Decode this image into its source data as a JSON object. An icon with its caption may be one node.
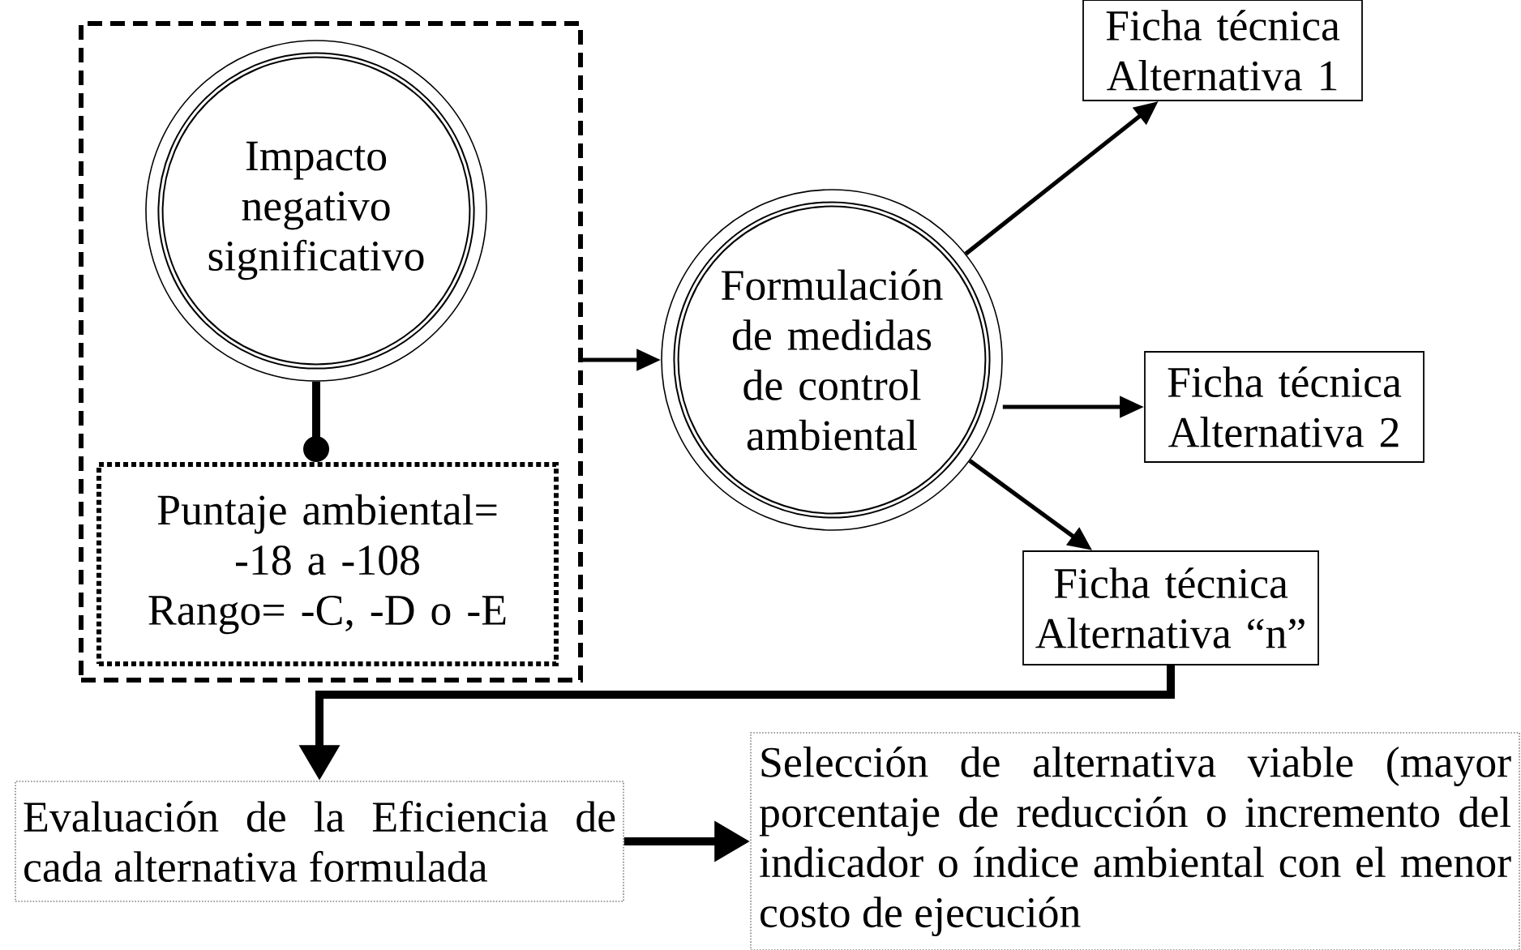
{
  "diagram": {
    "nodes": [
      {
        "text": [],
        "shape": "box"
      },
      {
        "text": [
          "Impacto negativo significativo"
        ],
        "in": 0
      },
      {
        "text": [
          "Puntaje ambiental= -18 a -108",
          "Rango= -C, -D o -E"
        ],
        "in": 0
      },
      {
        "text": [
          "Formulación de medidas de control ambiental"
        ]
      },
      {
        "text": [
          "Ficha técnica Alternativa 1"
        ]
      },
      {
        "text": [
          "Ficha técnica Alternativa 2"
        ]
      },
      {
        "text": [
          "Ficha técnica Alternativa “n”"
        ]
      },
      {
        "text": [
          "Evaluación de la Eficiencia de cada alternativa formulada"
        ]
      },
      {
        "text": [
          "Selección de alternativa viable (mayor porcentaje de reducción o incremento del indicador o índice ambiental con el menor costo de ejecución"
        ]
      }
    ],
    "edges": [
      {
        "from": 1,
        "to": 2,
        "arrow": "other",
        "style": "thick"
      },
      {
        "from": 0,
        "to": 3,
        "arrow": "to"
      },
      {
        "from": 3,
        "to": 4,
        "arrow": "to"
      },
      {
        "from": 3,
        "to": 5,
        "arrow": "to"
      },
      {
        "from": 3,
        "to": 6,
        "arrow": "to"
      },
      {
        "from": 6,
        "to": 7,
        "arrow": "to",
        "style": "thick"
      },
      {
        "from": 7,
        "to": 8,
        "arrow": "to",
        "style": "thick"
      }
    ]
  }
}
